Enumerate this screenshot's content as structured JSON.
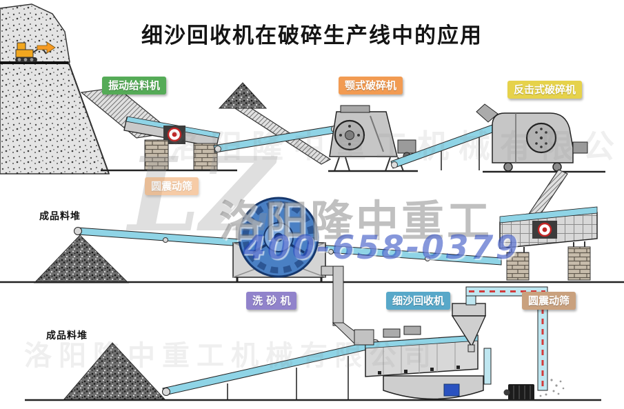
{
  "title": "细沙回收机在破碎生产线中的应用",
  "badges": {
    "vibrating_feeder": {
      "label": "振动给料机",
      "bg": "#55ab57"
    },
    "jaw_crusher": {
      "label": "颚式破碎机",
      "bg": "#f29b52"
    },
    "impact_crusher": {
      "label": "反击式破碎机",
      "bg": "#e6d24b"
    },
    "circular_screen_upper": {
      "label": "圆震动筛",
      "bg": "#f0a25e"
    },
    "sand_washer": {
      "label": "洗 砂 机",
      "bg": "#9183cb"
    },
    "fine_sand_recycler": {
      "label": "细沙回收机",
      "bg": "#58a8c9"
    },
    "circular_screen_lower": {
      "label": "圆震动筛",
      "bg": "#c9a17e"
    }
  },
  "pile_labels": {
    "top": "成品料堆",
    "bottom": "成品料堆"
  },
  "watermark": {
    "logo": "LZ",
    "company": "洛阳隆中重工",
    "phone": "400-658-0379",
    "company_full": "洛阳隆中重工机械有限公司"
  },
  "colors": {
    "conveyor_belt": "#8fd4e6",
    "washer_wheel": "#4a80c4",
    "marker_red": "#c22525",
    "pipe_dash_red": "#d23b3b",
    "watermark_phone_blue": "#2341be"
  }
}
